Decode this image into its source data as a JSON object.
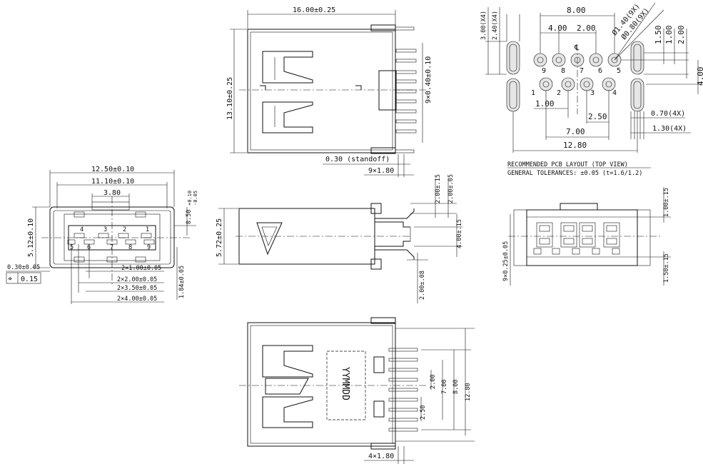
{
  "top_view": {
    "length": "16.00±0.25",
    "width": "13.10±0.25",
    "pin_width": "9×0.40±0.10",
    "standoff": "0.30 (standoff)",
    "pin_pitch": "9×1.80"
  },
  "pcb_layout": {
    "d_8_00": "8.00",
    "d_4_00": "4.00",
    "d_2_00": "2.00",
    "cl": "℄",
    "slot_len": "3.00(X4)",
    "slot_w": "2.40(X4)",
    "hole_large": "Ø1.40(9X)",
    "hole_small": "Ø0.80(9X)",
    "v_1_50": "1.50",
    "v_1_00": "1.00",
    "v_2_00": "2.00",
    "v_4_00": "4.00",
    "h_1_00": "1.00",
    "h_2_50": "2.50",
    "h_7_00": "7.00",
    "h_12_80": "12.80",
    "slot_070": "0.70(4X)",
    "slot_130": "1.30(4X)",
    "pins": [
      "1",
      "2",
      "3",
      "4",
      "5",
      "6",
      "7",
      "8",
      "9"
    ],
    "caption": "RECOMMENDED PCB LAYOUT (TOP VIEW)",
    "tolerances": "GENERAL TOLERANCES: ±0.05 (t=1.6/1.2)"
  },
  "front_view": {
    "outer_w": "12.50±0.10",
    "inner_w": "11.10±0.10",
    "tongue_w": "3.80",
    "height": "5.12±0.10",
    "tongue_off": "0.50",
    "tongue_tol_up": "+0.10",
    "tongue_tol_dn": "-0.05",
    "contacts_top": [
      "4",
      "3",
      "2",
      "1"
    ],
    "contacts_bottom": [
      "5",
      "6",
      "7",
      "8",
      "9"
    ],
    "c1": "2×1.00±0.05",
    "c2": "2×2.00±0.05",
    "c3": "2×3.50±0.05",
    "c4": "2×4.00±0.05",
    "vert": "1.84±0.05",
    "pos_tol": "0.30±0.05",
    "fcf_sym": "⌖",
    "fcf_val": "0.15"
  },
  "side_view": {
    "height": "5.72±0.25",
    "d1": "2.00±.15",
    "d2": "2.00±.05",
    "d3": "4.00±.15",
    "d4": "2.00±.08"
  },
  "rear_view": {
    "d_top": "1.00±.15",
    "pitch": "9×0.25±0.05",
    "d_bot": "1.50±.15"
  },
  "bottom_view": {
    "marking": "YYMMDD",
    "v_2_00": "2.00",
    "v_2_50": "2.50",
    "v_7_00": "7.00",
    "v_8_00": "8.00",
    "v_12_80": "12.80",
    "pitch": "4×1.80"
  }
}
